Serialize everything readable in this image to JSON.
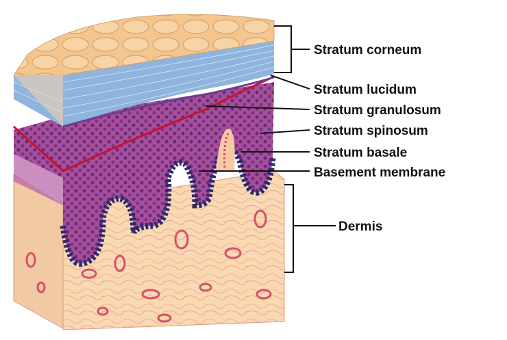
{
  "labels": {
    "stratum_corneum": "Stratum corneum",
    "stratum_lucidum": "Stratum lucidum",
    "stratum_granulosum": "Stratum granulosum",
    "stratum_spinosum": "Stratum spinosum",
    "stratum_basale": "Stratum basale",
    "basement_membrane": "Basement membrane",
    "dermis": "Dermis"
  },
  "colors": {
    "corneum": "#f3c58f",
    "lucidum": "#8fb4dd",
    "epidermis": "#8a3e8a",
    "basal_cells": "#2c2a6e",
    "basement_membrane": "#c8102e",
    "dermis": "#f8d9b0",
    "vessel": "#d3506a",
    "leader": "#111111"
  }
}
